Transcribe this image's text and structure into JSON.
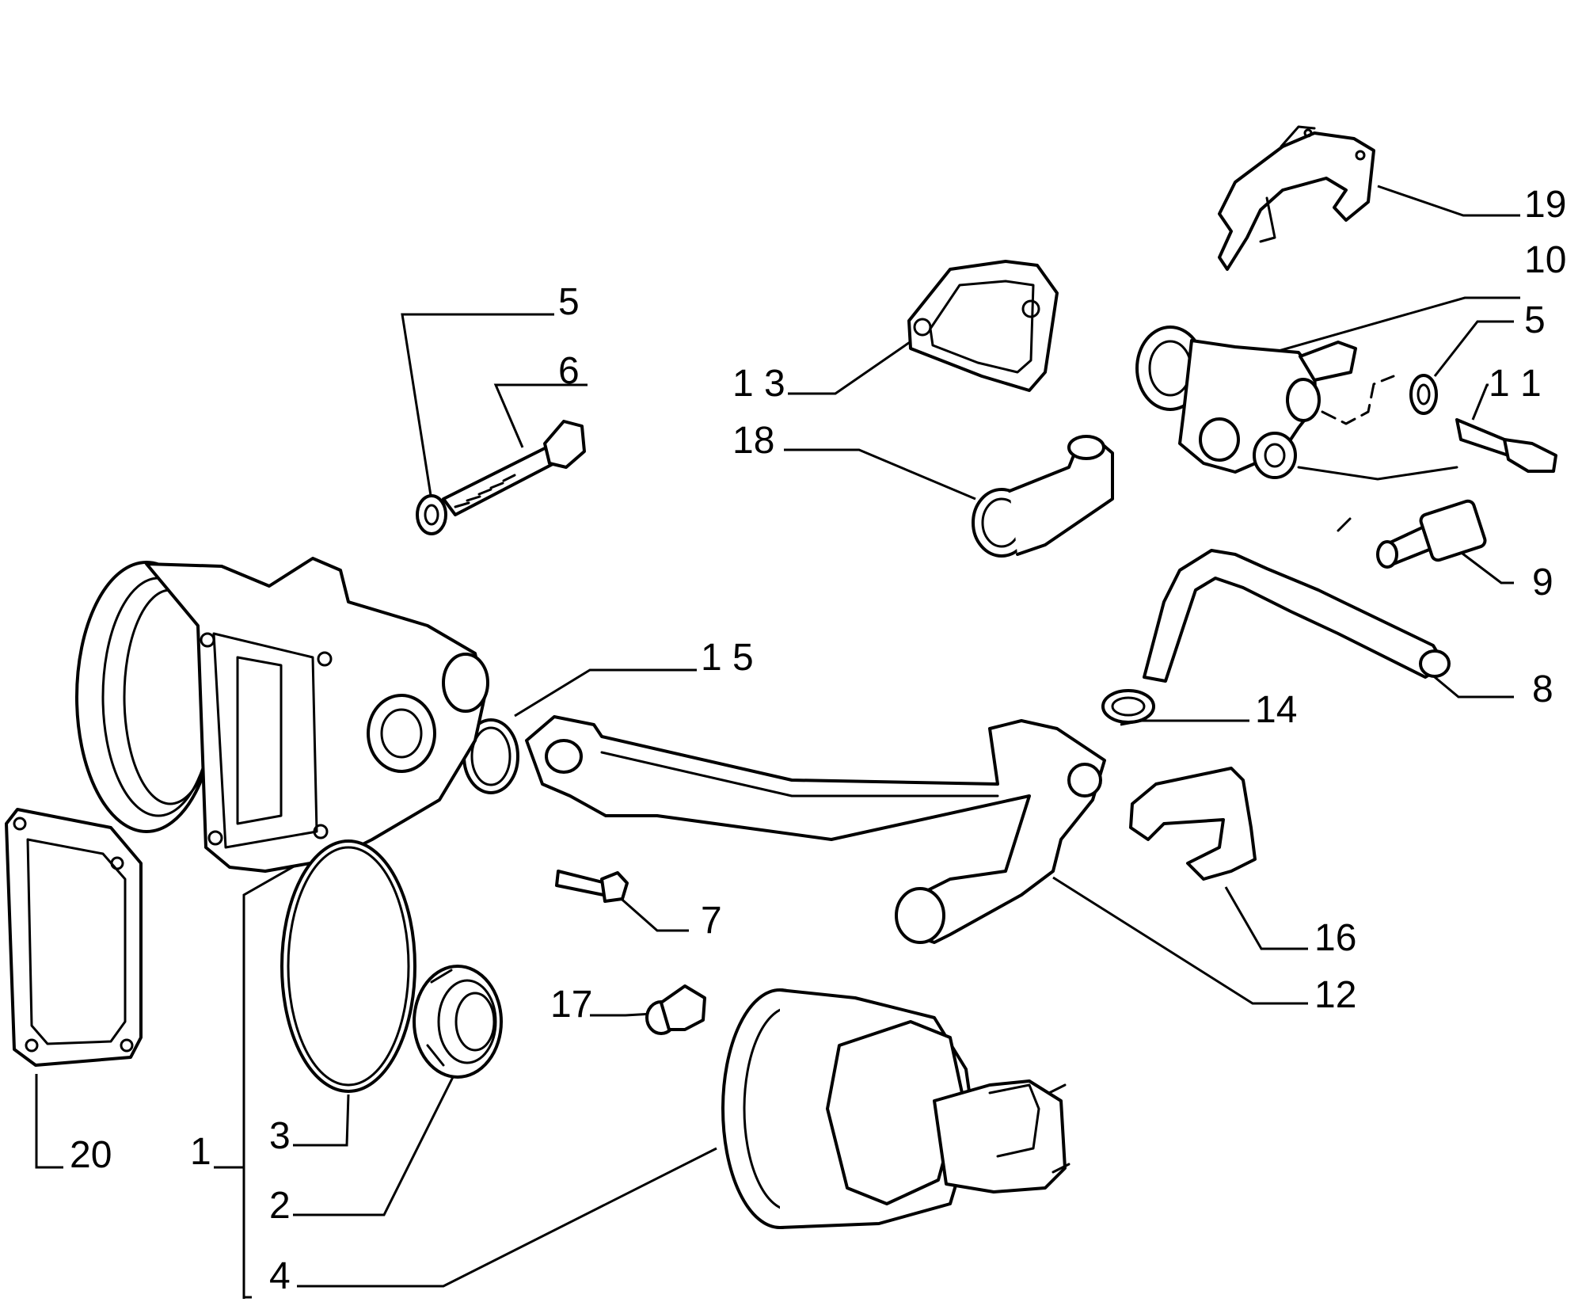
{
  "diagram": {
    "callouts": [
      {
        "id": "c5a",
        "label": "5"
      },
      {
        "id": "c6",
        "label": "6"
      },
      {
        "id": "c13",
        "label": "1 3"
      },
      {
        "id": "c18",
        "label": "18"
      },
      {
        "id": "c19",
        "label": "19"
      },
      {
        "id": "c10",
        "label": "10"
      },
      {
        "id": "c5b",
        "label": "5"
      },
      {
        "id": "c11",
        "label": "1 1"
      },
      {
        "id": "c9",
        "label": "9"
      },
      {
        "id": "c8",
        "label": "8"
      },
      {
        "id": "c15",
        "label": "1 5"
      },
      {
        "id": "c14",
        "label": "14"
      },
      {
        "id": "c7",
        "label": "7"
      },
      {
        "id": "c16",
        "label": "16"
      },
      {
        "id": "c12",
        "label": "12"
      },
      {
        "id": "c17",
        "label": "17"
      },
      {
        "id": "c20",
        "label": "20"
      },
      {
        "id": "c1",
        "label": "1"
      },
      {
        "id": "c3",
        "label": "3"
      },
      {
        "id": "c2",
        "label": "2"
      },
      {
        "id": "c4",
        "label": "4"
      }
    ]
  }
}
